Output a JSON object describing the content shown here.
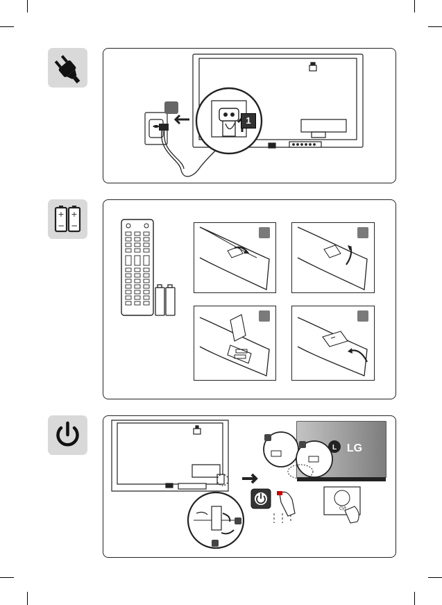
{
  "page": {
    "sections": [
      {
        "id": "power-connection",
        "icon": "power-plug-icon"
      },
      {
        "id": "battery-install",
        "icon": "batteries-icon"
      },
      {
        "id": "power-on",
        "icon": "power-button-icon"
      }
    ]
  },
  "power_connection": {
    "callout_number": "1"
  },
  "power_on": {
    "brand_logo": "LG",
    "power_key_label": "⏻/I"
  }
}
